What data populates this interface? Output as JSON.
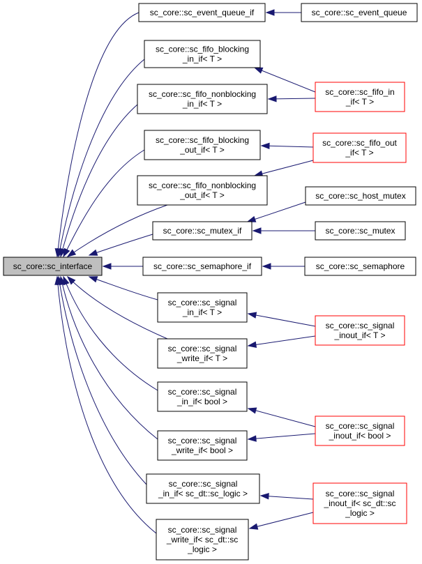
{
  "diagram": {
    "focus_node": "sc_interface",
    "colors": {
      "edge": "#191970",
      "border": "#000000",
      "highlight_border": "#ff0000",
      "focus_fill": "#bfbfbf"
    },
    "nodes": [
      {
        "id": "sc_interface",
        "lines": [
          "sc_core::sc_interface"
        ],
        "focus": true
      },
      {
        "id": "event_queue_if",
        "lines": [
          "sc_core::sc_event_queue_if"
        ]
      },
      {
        "id": "event_queue",
        "lines": [
          "sc_core::sc_event_queue"
        ]
      },
      {
        "id": "fifo_blocking_in_if",
        "lines": [
          "sc_core::sc_fifo_blocking",
          "_in_if< T >"
        ]
      },
      {
        "id": "fifo_nonblocking_in_if",
        "lines": [
          "sc_core::sc_fifo_nonblocking",
          "_in_if< T >"
        ]
      },
      {
        "id": "fifo_in_if",
        "lines": [
          "sc_core::sc_fifo_in",
          "_if< T >"
        ],
        "highlight": true
      },
      {
        "id": "fifo_blocking_out_if",
        "lines": [
          "sc_core::sc_fifo_blocking",
          "_out_if< T >"
        ]
      },
      {
        "id": "fifo_out_if",
        "lines": [
          "sc_core::sc_fifo_out",
          "_if< T >"
        ],
        "highlight": true
      },
      {
        "id": "fifo_nonblocking_out_if",
        "lines": [
          "sc_core::sc_fifo_nonblocking",
          "_out_if< T >"
        ]
      },
      {
        "id": "host_mutex",
        "lines": [
          "sc_core::sc_host_mutex"
        ]
      },
      {
        "id": "mutex_if",
        "lines": [
          "sc_core::sc_mutex_if"
        ]
      },
      {
        "id": "mutex",
        "lines": [
          "sc_core::sc_mutex"
        ]
      },
      {
        "id": "semaphore_if",
        "lines": [
          "sc_core::sc_semaphore_if"
        ]
      },
      {
        "id": "semaphore",
        "lines": [
          "sc_core::sc_semaphore"
        ]
      },
      {
        "id": "signal_in_if_T",
        "lines": [
          "sc_core::sc_signal",
          "_in_if< T >"
        ]
      },
      {
        "id": "signal_inout_if_T",
        "lines": [
          "sc_core::sc_signal",
          "_inout_if< T >"
        ],
        "highlight": true
      },
      {
        "id": "signal_write_if_T",
        "lines": [
          "sc_core::sc_signal",
          "_write_if< T >"
        ]
      },
      {
        "id": "signal_in_if_bool",
        "lines": [
          "sc_core::sc_signal",
          "_in_if< bool >"
        ]
      },
      {
        "id": "signal_inout_if_bool",
        "lines": [
          "sc_core::sc_signal",
          "_inout_if< bool >"
        ],
        "highlight": true
      },
      {
        "id": "signal_write_if_bool",
        "lines": [
          "sc_core::sc_signal",
          "_write_if< bool >"
        ]
      },
      {
        "id": "signal_in_if_logic",
        "lines": [
          "sc_core::sc_signal",
          "_in_if< sc_dt::sc_logic >"
        ]
      },
      {
        "id": "signal_inout_if_logic",
        "lines": [
          "sc_core::sc_signal",
          "_inout_if< sc_dt::sc",
          "_logic >"
        ],
        "highlight": true
      },
      {
        "id": "signal_write_if_logic",
        "lines": [
          "sc_core::sc_signal",
          "_write_if< sc_dt::sc",
          "_logic >"
        ]
      }
    ],
    "edges": [
      {
        "from": "event_queue_if",
        "to": "sc_interface"
      },
      {
        "from": "fifo_blocking_in_if",
        "to": "sc_interface"
      },
      {
        "from": "fifo_nonblocking_in_if",
        "to": "sc_interface"
      },
      {
        "from": "fifo_blocking_out_if",
        "to": "sc_interface"
      },
      {
        "from": "fifo_nonblocking_out_if",
        "to": "sc_interface"
      },
      {
        "from": "mutex_if",
        "to": "sc_interface"
      },
      {
        "from": "semaphore_if",
        "to": "sc_interface"
      },
      {
        "from": "signal_in_if_T",
        "to": "sc_interface"
      },
      {
        "from": "signal_write_if_T",
        "to": "sc_interface"
      },
      {
        "from": "signal_in_if_bool",
        "to": "sc_interface"
      },
      {
        "from": "signal_write_if_bool",
        "to": "sc_interface"
      },
      {
        "from": "signal_in_if_logic",
        "to": "sc_interface"
      },
      {
        "from": "signal_write_if_logic",
        "to": "sc_interface"
      },
      {
        "from": "event_queue",
        "to": "event_queue_if"
      },
      {
        "from": "fifo_in_if",
        "to": "fifo_blocking_in_if"
      },
      {
        "from": "fifo_in_if",
        "to": "fifo_nonblocking_in_if"
      },
      {
        "from": "fifo_out_if",
        "to": "fifo_blocking_out_if"
      },
      {
        "from": "fifo_out_if",
        "to": "fifo_nonblocking_out_if"
      },
      {
        "from": "host_mutex",
        "to": "mutex_if"
      },
      {
        "from": "mutex",
        "to": "mutex_if"
      },
      {
        "from": "semaphore",
        "to": "semaphore_if"
      },
      {
        "from": "signal_inout_if_T",
        "to": "signal_in_if_T"
      },
      {
        "from": "signal_inout_if_T",
        "to": "signal_write_if_T"
      },
      {
        "from": "signal_inout_if_bool",
        "to": "signal_in_if_bool"
      },
      {
        "from": "signal_inout_if_bool",
        "to": "signal_write_if_bool"
      },
      {
        "from": "signal_inout_if_logic",
        "to": "signal_in_if_logic"
      },
      {
        "from": "signal_inout_if_logic",
        "to": "signal_write_if_logic"
      }
    ]
  }
}
